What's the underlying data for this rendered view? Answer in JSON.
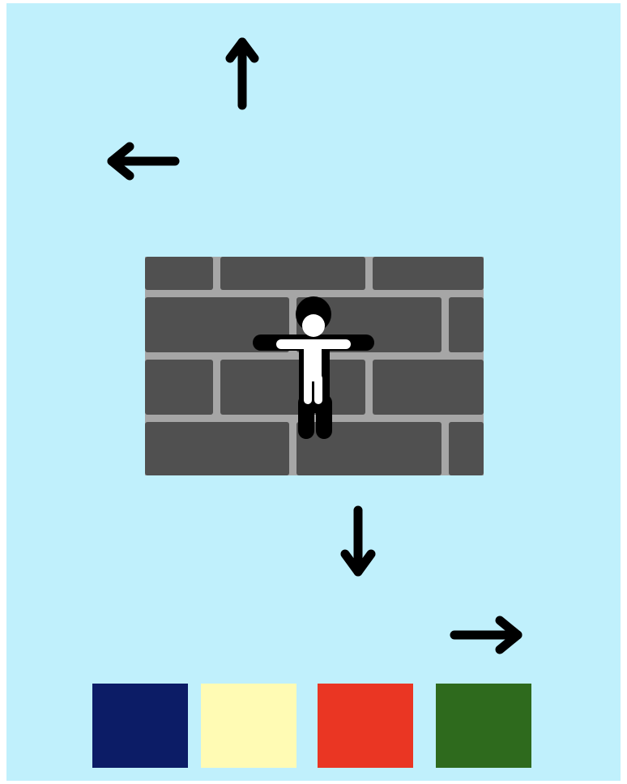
{
  "scene": {
    "background_color": "#c0f0fc",
    "wall_mortar_color": "#a6a6a6",
    "wall_brick_color": "#505050",
    "arrow_color": "#000000",
    "figure_shadow_color": "#000000",
    "figure_body_color": "#ffffff"
  },
  "arrows": {
    "up": {
      "icon": "arrow-up-icon"
    },
    "left": {
      "icon": "arrow-left-icon"
    },
    "down": {
      "icon": "arrow-down-icon"
    },
    "right": {
      "icon": "arrow-right-icon"
    }
  },
  "swatches": [
    {
      "name": "navy",
      "color": "#0c1c66"
    },
    {
      "name": "cream",
      "color": "#fffbb4"
    },
    {
      "name": "red",
      "color": "#ea3623"
    },
    {
      "name": "green",
      "color": "#2e6a1d"
    }
  ]
}
